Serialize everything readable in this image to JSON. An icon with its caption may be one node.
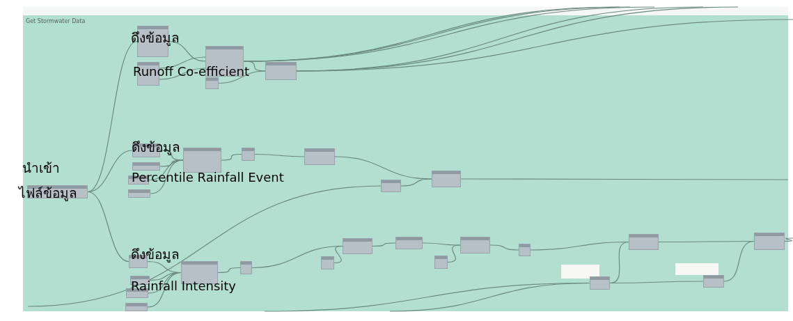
{
  "diagram": {
    "nodes": [
      {
        "text": [
          "Get Stormwater Data"
        ]
      },
      {
        "text": [],
        "shape": "box",
        "in": 0
      },
      {
        "text": [],
        "shape": "box",
        "in": 0
      },
      {
        "text": [],
        "shape": "box",
        "in": 0
      },
      {
        "text": [],
        "shape": "box",
        "in": 0
      },
      {
        "text": [],
        "shape": "box",
        "in": 0
      },
      {
        "text": [],
        "shape": "box",
        "in": 0
      },
      {
        "text": [],
        "shape": "box",
        "in": 0
      },
      {
        "text": [],
        "shape": "box",
        "in": 0
      },
      {
        "text": [],
        "shape": "box",
        "in": 0
      },
      {
        "text": [],
        "shape": "box",
        "in": 0
      },
      {
        "text": [],
        "shape": "box",
        "in": 0
      },
      {
        "text": [],
        "shape": "box",
        "in": 0
      },
      {
        "text": [],
        "shape": "box",
        "in": 0
      },
      {
        "text": [],
        "shape": "box",
        "in": 0
      },
      {
        "text": [],
        "shape": "box",
        "in": 0
      },
      {
        "text": [],
        "shape": "box",
        "in": 0
      },
      {
        "text": [],
        "shape": "box",
        "in": 0
      },
      {
        "text": [],
        "shape": "box",
        "in": 0
      },
      {
        "text": [],
        "shape": "box",
        "in": 0
      },
      {
        "text": [],
        "shape": "box",
        "in": 0
      },
      {
        "text": [],
        "shape": "box",
        "in": 0
      },
      {
        "text": [],
        "shape": "box",
        "in": 0
      },
      {
        "text": [],
        "shape": "box",
        "in": 0
      },
      {
        "text": [],
        "shape": "box",
        "in": 0
      },
      {
        "text": [],
        "shape": "box",
        "in": 0
      },
      {
        "text": [],
        "shape": "box",
        "in": 0
      },
      {
        "text": [],
        "shape": "box",
        "in": 0
      },
      {
        "text": [],
        "shape": "box",
        "in": 0
      },
      {
        "text": [],
        "shape": "box",
        "in": 0
      },
      {
        "text": [],
        "shape": "box",
        "in": 0
      },
      {
        "text": [],
        "shape": "box",
        "in": 0
      }
    ],
    "edges": [
      {
        "from": 6,
        "to": 1,
        "arrow": "none"
      },
      {
        "from": 6,
        "to": 7,
        "arrow": "none"
      },
      {
        "from": 6,
        "to": 16,
        "arrow": "none"
      },
      {
        "from": 1,
        "to": 3,
        "arrow": "none"
      },
      {
        "from": 2,
        "to": 3,
        "arrow": "none"
      },
      {
        "from": 2,
        "to": 3,
        "arrow": "none"
      },
      {
        "from": 3,
        "to": 5,
        "arrow": "none"
      },
      {
        "from": 4,
        "to": 5,
        "arrow": "none"
      },
      {
        "from": 3,
        "to": null,
        "arrow": "none"
      },
      {
        "from": 3,
        "to": null,
        "arrow": "none"
      },
      {
        "from": 3,
        "to": null,
        "arrow": "none"
      },
      {
        "from": 5,
        "to": null,
        "arrow": "none"
      },
      {
        "from": 5,
        "to": null,
        "arrow": "none"
      },
      {
        "from": 5,
        "to": null,
        "arrow": "none"
      },
      {
        "from": 7,
        "to": 11,
        "arrow": "none"
      },
      {
        "from": 8,
        "to": 11,
        "arrow": "none"
      },
      {
        "from": 9,
        "to": 11,
        "arrow": "none"
      },
      {
        "from": 10,
        "to": 11,
        "arrow": "none"
      },
      {
        "from": 11,
        "to": 12,
        "arrow": "none"
      },
      {
        "from": 12,
        "to": 13,
        "arrow": "none"
      },
      {
        "from": 13,
        "to": 15,
        "arrow": "none"
      },
      {
        "from": null,
        "to": 14,
        "arrow": "none"
      },
      {
        "from": 14,
        "to": 15,
        "arrow": "none"
      },
      {
        "from": 15,
        "to": null,
        "arrow": "none"
      },
      {
        "from": 16,
        "to": 20,
        "arrow": "none"
      },
      {
        "from": 17,
        "to": 20,
        "arrow": "none"
      },
      {
        "from": 18,
        "to": 20,
        "arrow": "none"
      },
      {
        "from": 19,
        "to": 20,
        "arrow": "none"
      },
      {
        "from": 20,
        "to": 21,
        "arrow": "none"
      },
      {
        "from": 21,
        "to": 23,
        "arrow": "none"
      },
      {
        "from": 22,
        "to": 23,
        "arrow": "none"
      },
      {
        "from": 23,
        "to": 24,
        "arrow": "none"
      },
      {
        "from": 24,
        "to": 26,
        "arrow": "none"
      },
      {
        "from": 25,
        "to": 26,
        "arrow": "none"
      },
      {
        "from": 26,
        "to": 27,
        "arrow": "none"
      },
      {
        "from": 27,
        "to": 28,
        "arrow": "none"
      },
      {
        "from": null,
        "to": 29,
        "arrow": "none"
      },
      {
        "from": null,
        "to": 29,
        "arrow": "none"
      },
      {
        "from": 29,
        "to": 28,
        "arrow": "none"
      },
      {
        "from": 29,
        "to": 30,
        "arrow": "none"
      },
      {
        "from": 28,
        "to": 31,
        "arrow": "none"
      },
      {
        "from": 30,
        "to": 31,
        "arrow": "none"
      },
      {
        "from": 31,
        "to": null,
        "arrow": "none"
      }
    ],
    "labels": [
      "นำเข้า",
      "ไฟล์ข้อมูล",
      "ดึงข้อมูล",
      "Runoff Co-efficient",
      "ดึงข้อมูล",
      "Percentile Rainfall Event",
      "ดึงข้อมูล",
      "Rainfall Intensity"
    ]
  }
}
